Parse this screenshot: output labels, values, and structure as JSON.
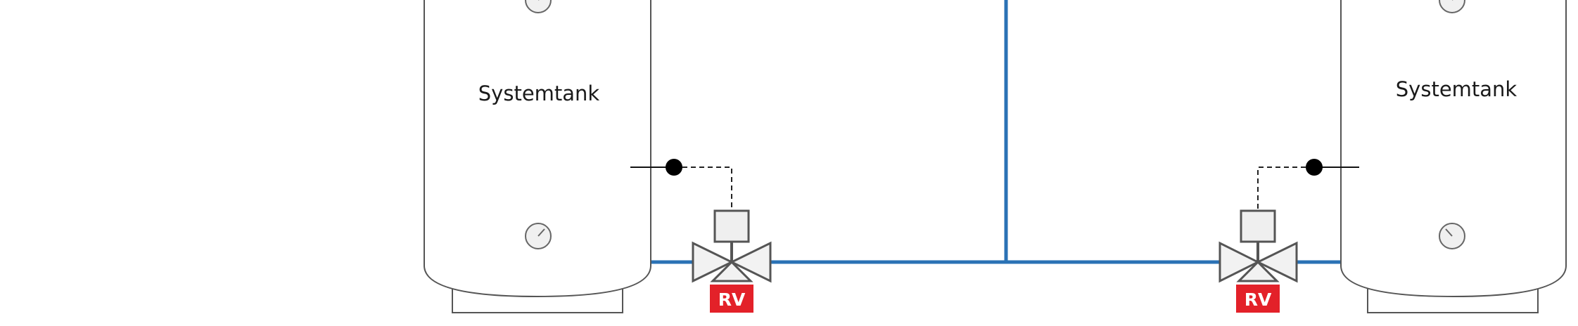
{
  "tanks": {
    "left": {
      "label": "Systemtank"
    },
    "right": {
      "label": "Systemtank"
    }
  },
  "valves": {
    "left": {
      "badge": "RV"
    },
    "right": {
      "badge": "RV"
    }
  },
  "colors": {
    "pipe": "#2a72b5",
    "outline": "#555555",
    "badge": "#e32129",
    "actuator_fill": "#efefef"
  }
}
